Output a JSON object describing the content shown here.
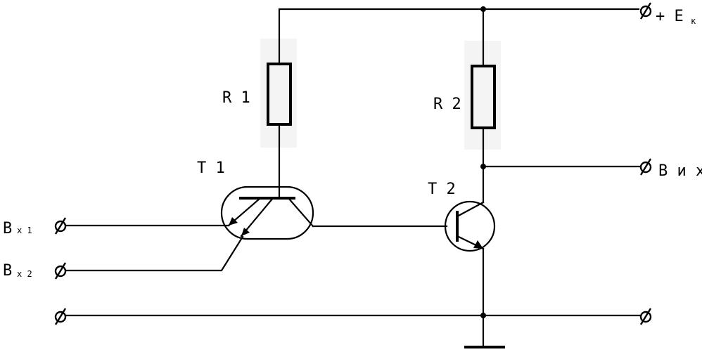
{
  "labels": {
    "r1": "R 1",
    "r2": "R 2",
    "t1": "T 1",
    "t2": "T 2",
    "supply_main": "+ E",
    "supply_sub": "к",
    "output_main": "В и х",
    "in1_main": "В",
    "in1_sub": "х 1",
    "in2_main": "В",
    "in2_sub": "х 2"
  }
}
